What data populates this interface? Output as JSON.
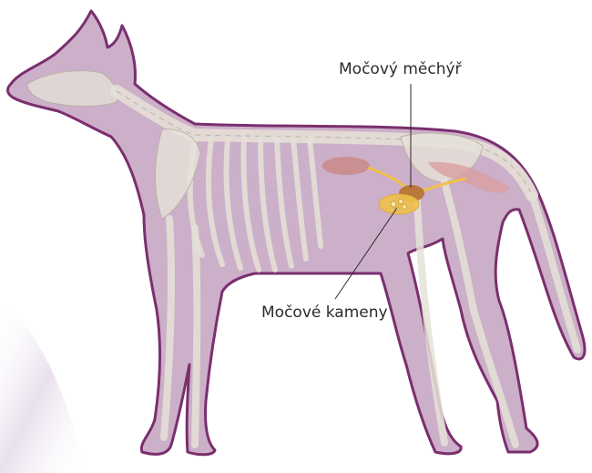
{
  "labels": {
    "bladder": "Močový měchýř",
    "stones": "Močové kameny"
  },
  "colors": {
    "body_fill": "#c7a6c3",
    "body_outline": "#7a2f6e",
    "skeleton": "#e6e2d8",
    "organs": "#c98a8a",
    "bladder": "#d8a848",
    "urinary_tract": "#f0c04a",
    "background_accent": "#d7c7df"
  },
  "icons": {
    "animal": "dog-anatomy-illustration"
  }
}
